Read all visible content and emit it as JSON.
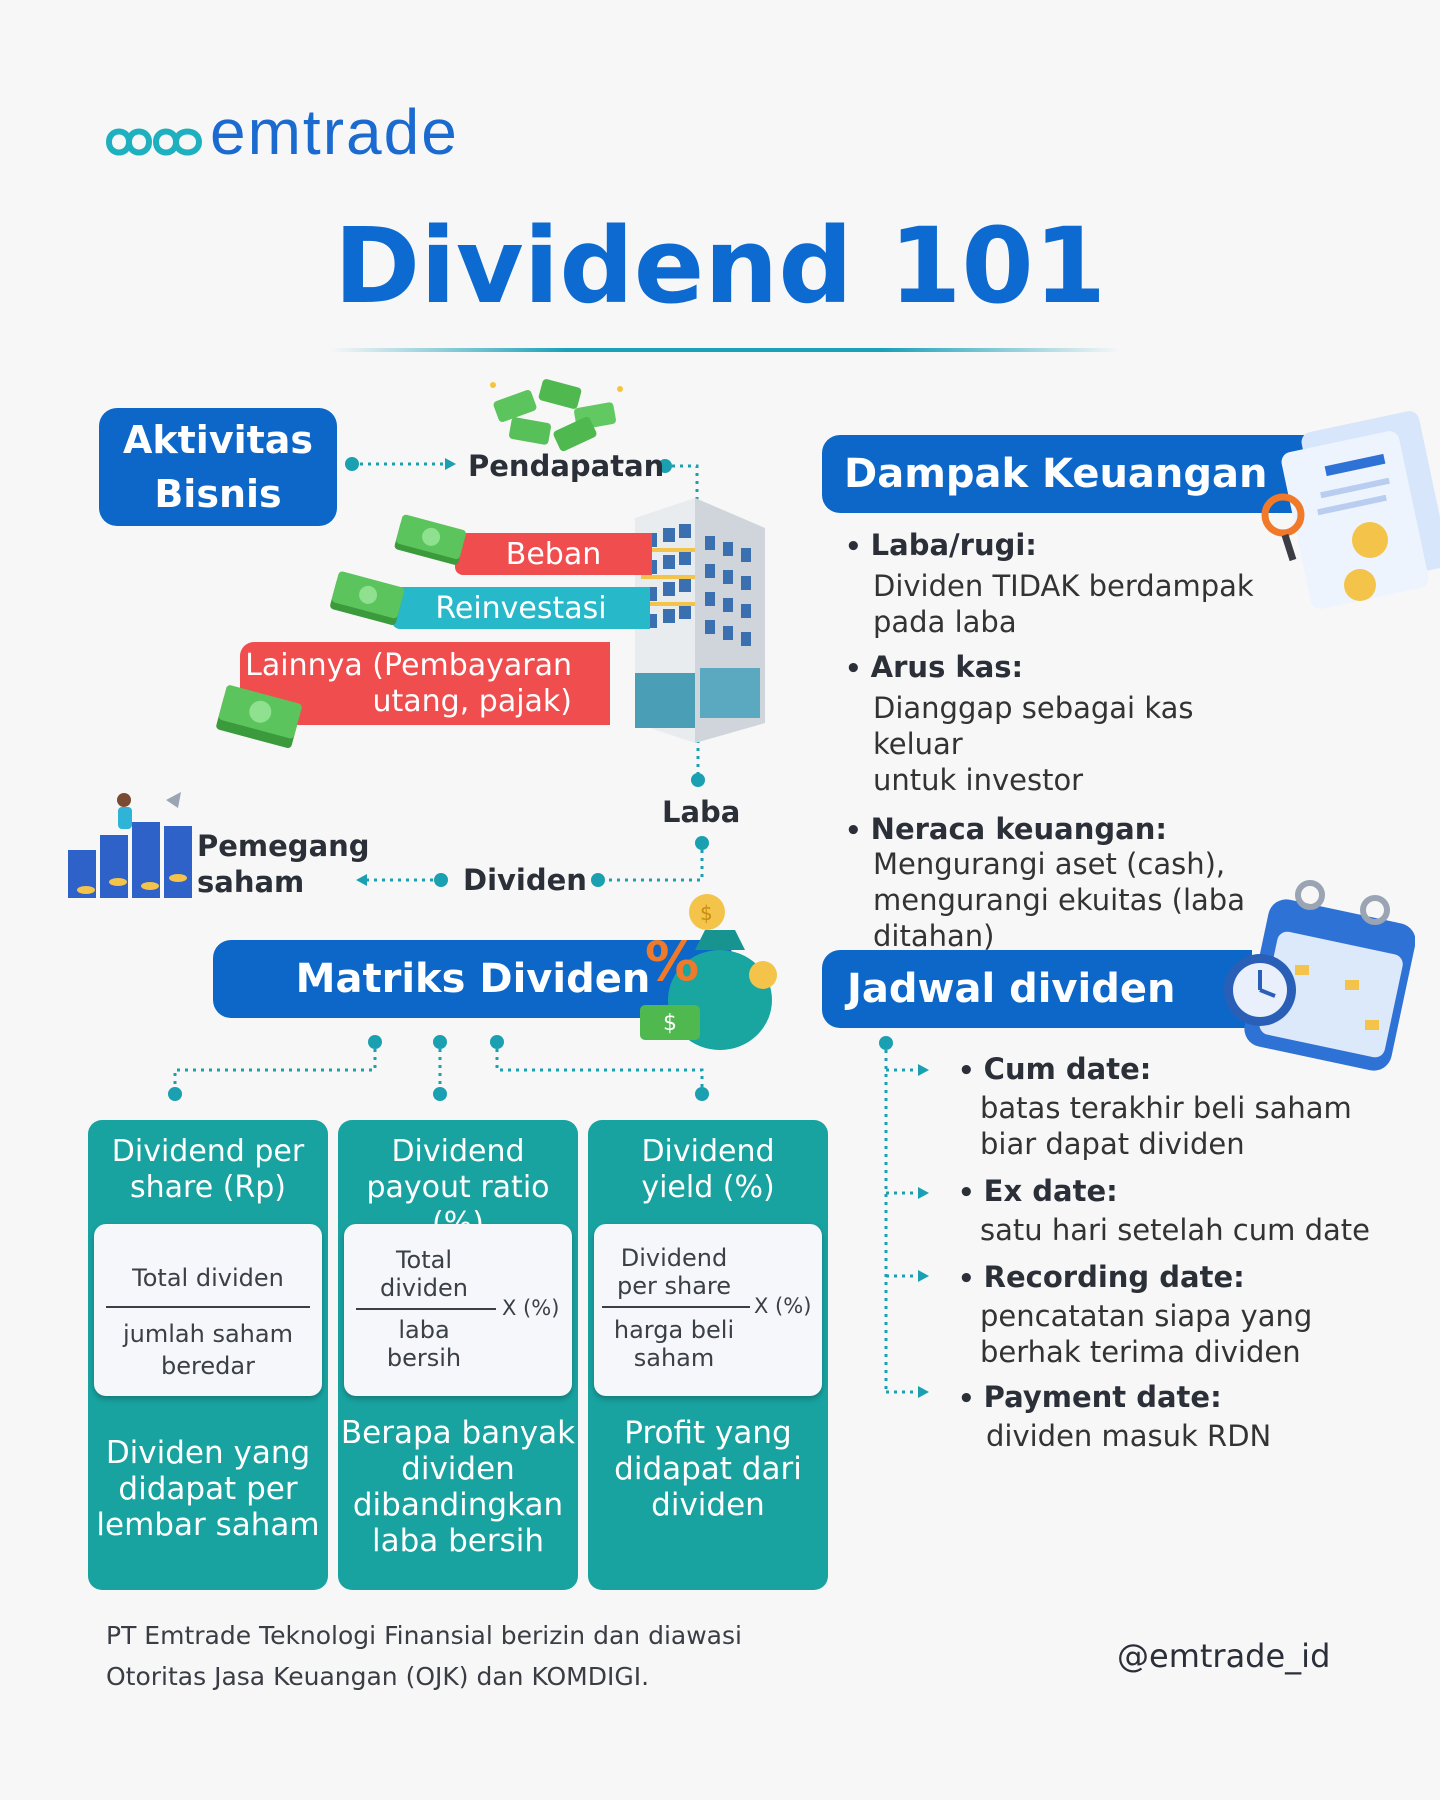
{
  "brand": {
    "name": "emtrade"
  },
  "title": "Dividend 101",
  "flow": {
    "aktivitas_line1": "Aktivitas",
    "aktivitas_line2": "Bisnis",
    "pendapatan": "Pendapatan",
    "beban": "Beban",
    "reinvestasi": "Reinvestasi",
    "lainnya_line1": "Lainnya (Pembayaran",
    "lainnya_line2": "utang, pajak)",
    "laba": "Laba",
    "dividen": "Dividen",
    "pemegang_line1": "Pemegang",
    "pemegang_line2": "saham"
  },
  "dampak": {
    "title": "Dampak Keuangan",
    "items": [
      {
        "head": "Laba/rugi:",
        "text1": "Dividen TIDAK berdampak",
        "text2": "pada laba",
        "text3": ""
      },
      {
        "head": "Arus kas:",
        "text1": "Dianggap sebagai kas keluar",
        "text2": "untuk investor",
        "text3": ""
      },
      {
        "head": "Neraca keuangan:",
        "text1": "Mengurangi aset (cash),",
        "text2": "mengurangi ekuitas (laba",
        "text3": "ditahan)"
      }
    ]
  },
  "matriks": {
    "title": "Matriks Dividen",
    "cards": [
      {
        "title1": "Dividend per",
        "title2": "share (Rp)",
        "num1": "Total dividen",
        "num2": "",
        "den1": "jumlah saham",
        "den2": "beredar",
        "mult": "",
        "desc1": "Dividen yang",
        "desc2": "didapat per",
        "desc3": "lembar saham",
        "desc4": ""
      },
      {
        "title1": "Dividend",
        "title2": "payout ratio (%)",
        "num1": "Total",
        "num2": "dividen",
        "den1": "laba",
        "den2": "bersih",
        "mult": "X (%)",
        "desc1": "Berapa banyak",
        "desc2": "dividen",
        "desc3": "dibandingkan",
        "desc4": "laba bersih"
      },
      {
        "title1": "Dividend",
        "title2": "yield (%)",
        "num1": "Dividend",
        "num2": "per share",
        "den1": "harga beli",
        "den2": "saham",
        "mult": "X (%)",
        "desc1": "Profit yang",
        "desc2": "didapat dari",
        "desc3": "dividen",
        "desc4": ""
      }
    ]
  },
  "jadwal": {
    "title": "Jadwal dividen",
    "items": [
      {
        "head": "Cum date:",
        "text1": "batas terakhir beli saham",
        "text2": "biar dapat dividen"
      },
      {
        "head": "Ex date:",
        "text1": "satu hari setelah cum date",
        "text2": ""
      },
      {
        "head": "Recording date:",
        "text1": "pencatatan siapa yang",
        "text2": "berhak terima dividen"
      },
      {
        "head": "Payment date:",
        "text1": "dividen masuk RDN",
        "text2": ""
      }
    ]
  },
  "footer": {
    "line1": "PT Emtrade Teknologi Finansial berizin dan diawasi",
    "line2": "Otoritas Jasa Keuangan (OJK) dan KOMDIGI.",
    "handle": "@emtrade_id"
  },
  "colors": {
    "primary_blue": "#0c67c9",
    "teal": "#18a3a1",
    "red": "#f04d4f",
    "cyan": "#27b8c9"
  }
}
